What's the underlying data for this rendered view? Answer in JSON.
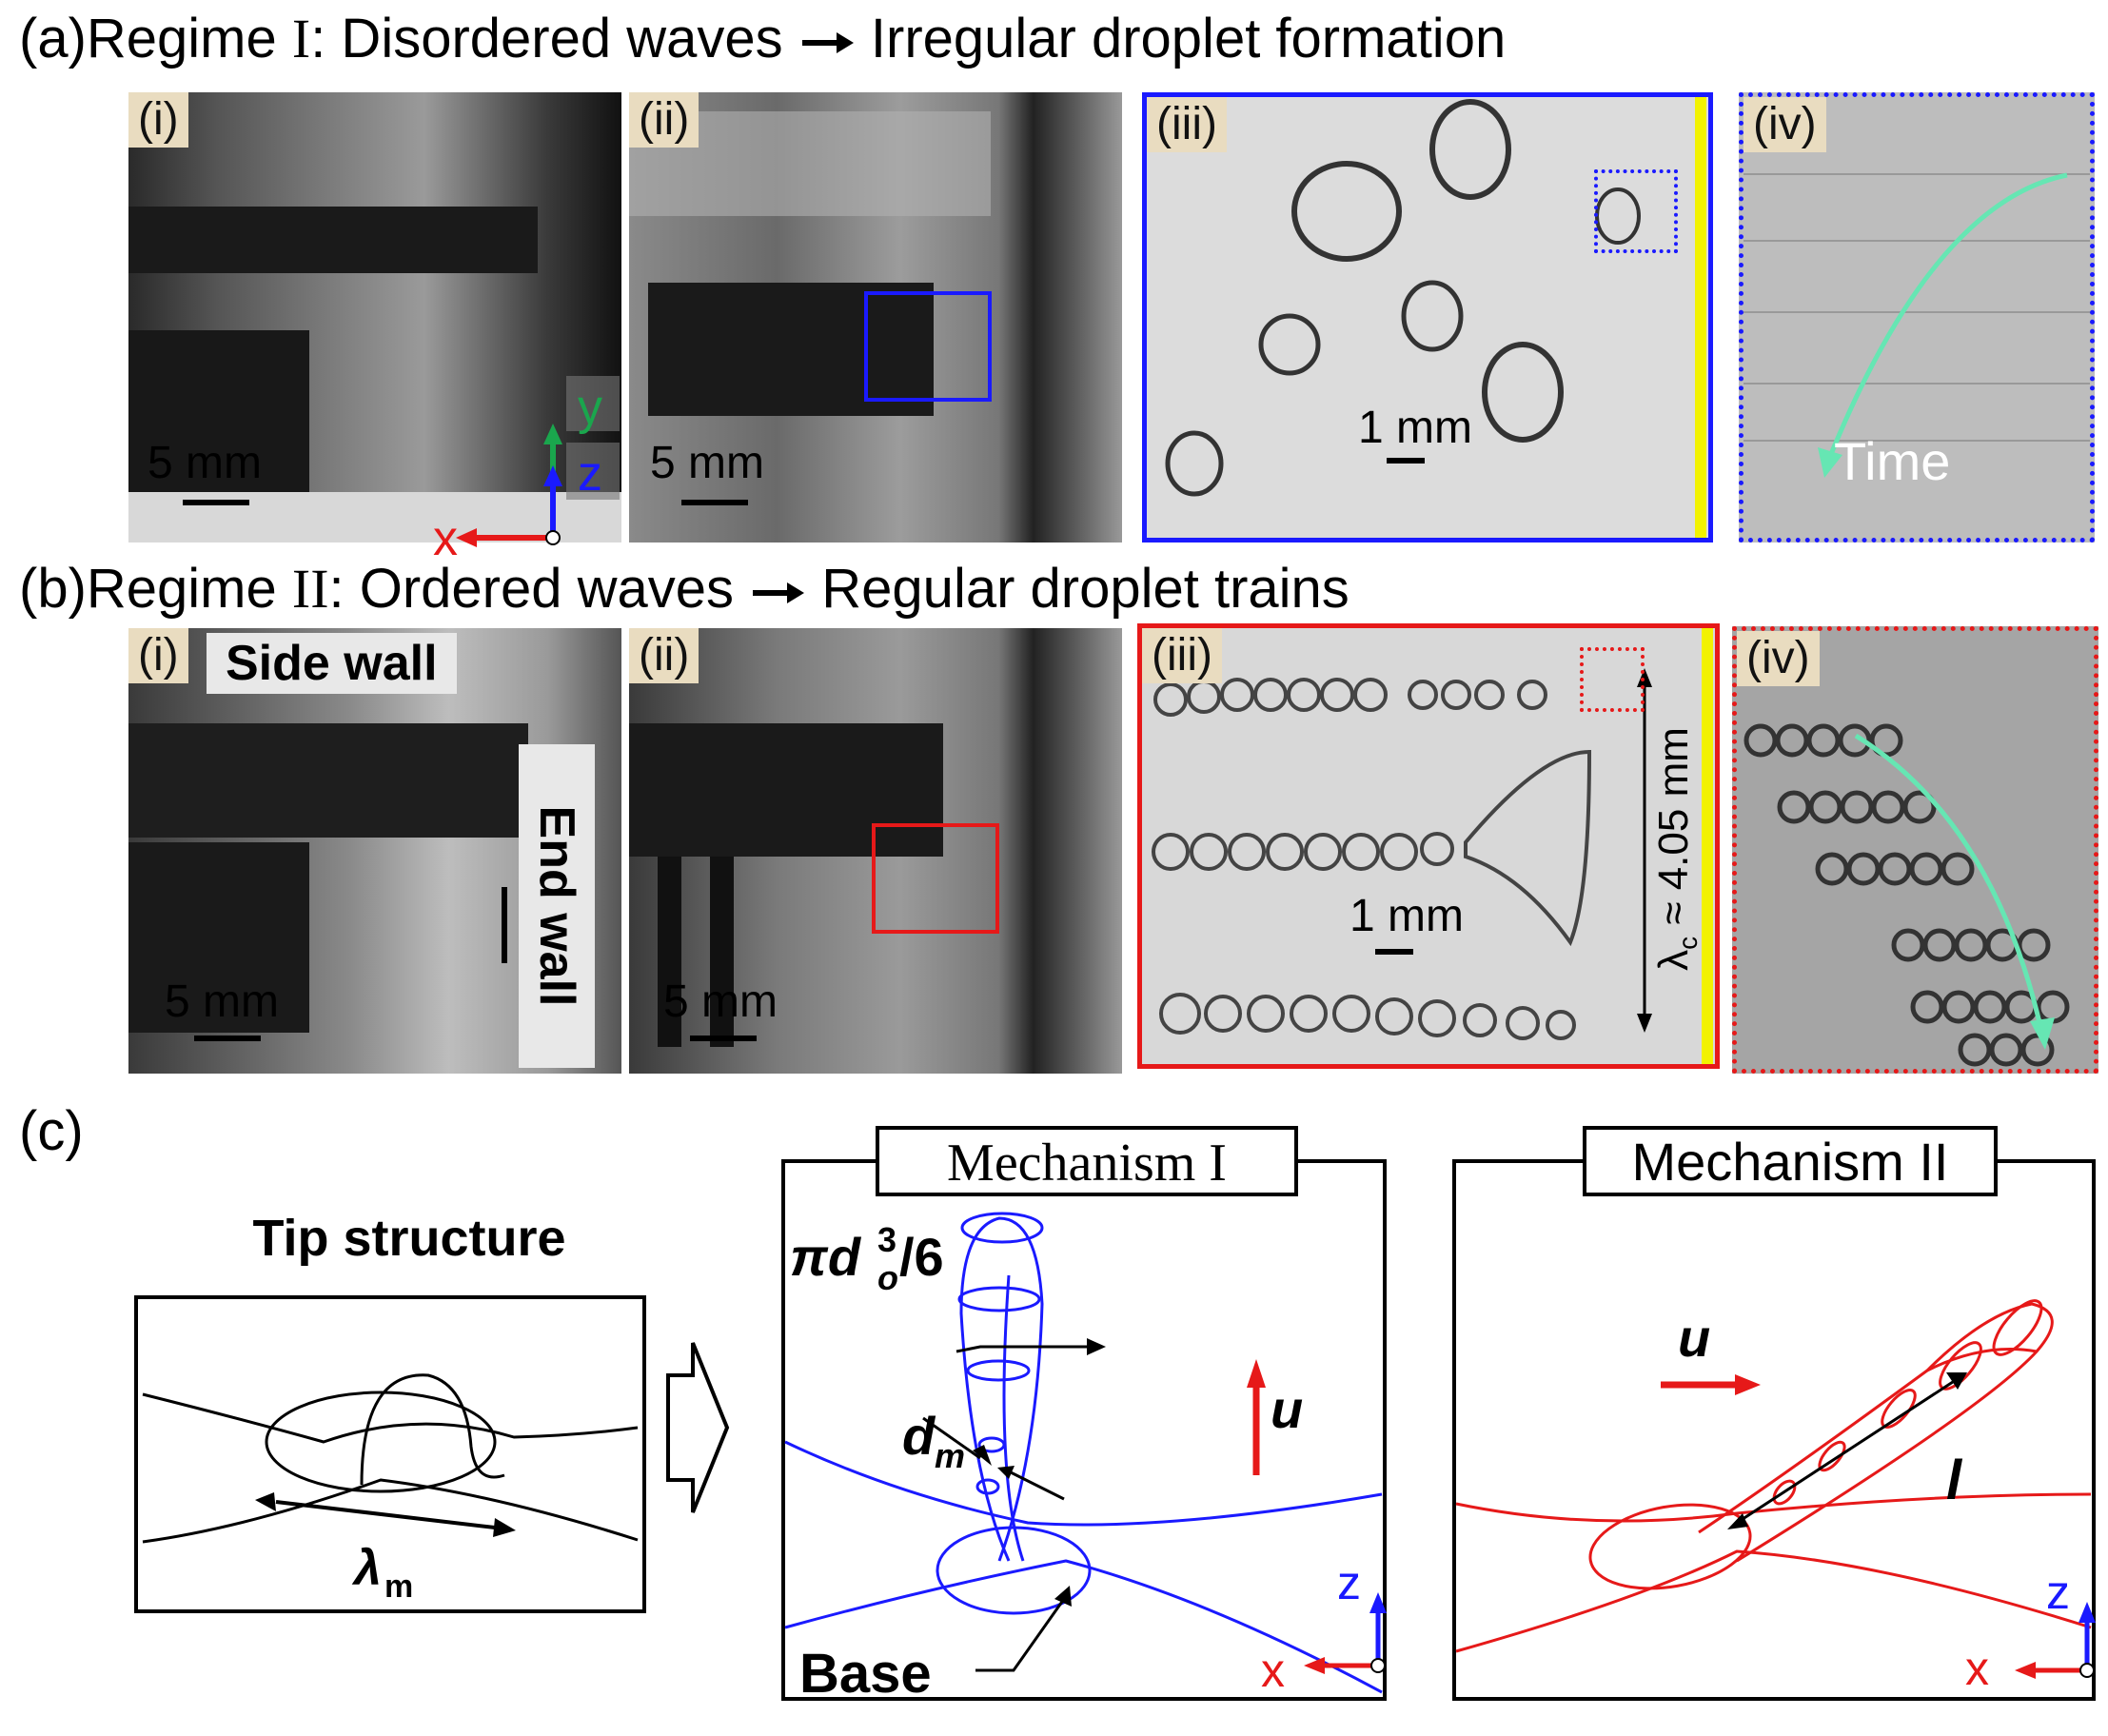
{
  "panel_a": {
    "letter": "(a)",
    "heading_pre": "Regime ",
    "heading_roman": "I",
    "heading_mid": ": Disordered waves",
    "heading_post": "Irregular droplet formation",
    "tags": [
      "(i)",
      "(ii)",
      "(iii)",
      "(iv)"
    ],
    "scale_5mm": "5 mm",
    "scale_1mm": "1 mm",
    "axis_y": "y",
    "axis_z": "z",
    "axis_x": "x",
    "time_label": "Time"
  },
  "panel_b": {
    "letter": "(b)",
    "heading_pre": "Regime ",
    "heading_roman": "II",
    "heading_mid": ": Ordered waves",
    "heading_post": "Regular droplet trains",
    "tags": [
      "(i)",
      "(ii)",
      "(iii)",
      "(iv)"
    ],
    "side_wall": "Side wall",
    "end_wall": "End wall",
    "scale_5mm": "5 mm",
    "scale_1mm": "1 mm",
    "lambda_c_symbol": "λ",
    "lambda_c_sub": "c",
    "lambda_c_value": " ≈ 4.05 mm"
  },
  "panel_c": {
    "letter": "(c)",
    "tip_title": "Tip structure",
    "lambda_m_symbol": "λ",
    "lambda_m_sub": "m",
    "mech1_title": "Mechanism I",
    "mech2_title": "Mechanism II",
    "volume_pi_d": "πd",
    "volume_sub": "o",
    "volume_sup": "3",
    "volume_tail": "/6",
    "dm_symbol": "d",
    "dm_sub": "m",
    "u_label": "u",
    "base_label": "Base",
    "l_label": "l",
    "axis_z": "z",
    "axis_x": "x"
  },
  "colors": {
    "blue": "#1a1aff",
    "red": "#e61919",
    "green": "#1aa64d",
    "teal_arrow": "#66e6b3",
    "yellow": "#f2f200",
    "tag_bg": "#e9dcc0"
  }
}
